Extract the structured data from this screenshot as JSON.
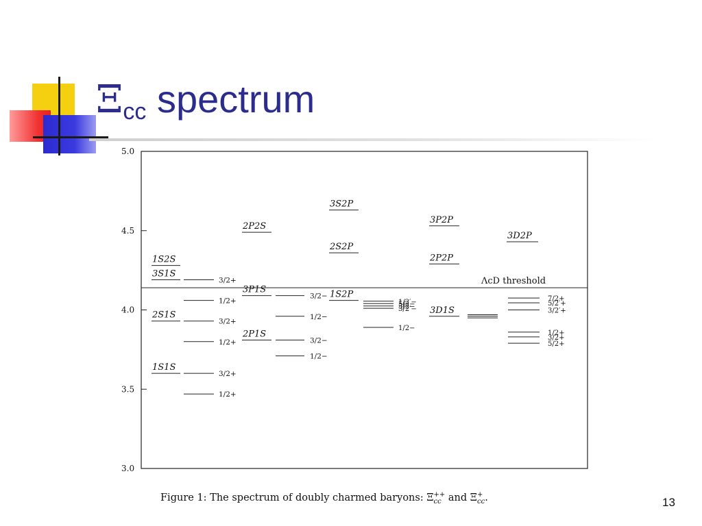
{
  "slide": {
    "title_symbol": "Ξ",
    "title_subscript": "cc",
    "title_word": "spectrum",
    "caption": "Figure 1: The spectrum of doubly charmed baryons: Ξcc++ and Ξcc+.",
    "slide_number": "13"
  },
  "chart_data": {
    "type": "level-diagram",
    "ylim": [
      3.0,
      5.0
    ],
    "yticks": [
      {
        "value": 3.0,
        "label": "3.0"
      },
      {
        "value": 3.5,
        "label": "3.5"
      },
      {
        "value": 4.0,
        "label": "4.0"
      },
      {
        "value": 4.5,
        "label": "4.5"
      },
      {
        "value": 5.0,
        "label": "5.0"
      }
    ],
    "threshold": {
      "value": 4.14,
      "label": "ΛcD threshold"
    },
    "columns": [
      {
        "id": "S",
        "labels": [
          {
            "text": "1S2S",
            "value": 4.28
          },
          {
            "text": "3S1S",
            "value": 4.19
          },
          {
            "text": "2S1S",
            "value": 3.93
          },
          {
            "text": "1S1S",
            "value": 3.6
          }
        ]
      },
      {
        "id": "S-levels",
        "levels": [
          {
            "value": 4.19,
            "label": "3/2+"
          },
          {
            "value": 4.06,
            "label": "1/2+"
          },
          {
            "value": 3.93,
            "label": "3/2+"
          },
          {
            "value": 3.8,
            "label": "1/2+"
          },
          {
            "value": 3.6,
            "label": "3/2+"
          },
          {
            "value": 3.47,
            "label": "1/2+"
          }
        ]
      },
      {
        "id": "P",
        "labels": [
          {
            "text": "2P2S",
            "value": 4.49
          },
          {
            "text": "3P1S",
            "value": 4.09
          },
          {
            "text": "2P1S",
            "value": 3.81
          }
        ]
      },
      {
        "id": "P-levels",
        "levels": [
          {
            "value": 4.09,
            "label": "3/2−"
          },
          {
            "value": 3.96,
            "label": "1/2−"
          },
          {
            "value": 3.81,
            "label": "3/2−"
          },
          {
            "value": 3.71,
            "label": "1/2−"
          }
        ]
      },
      {
        "id": "SP",
        "labels": [
          {
            "text": "3S2P",
            "value": 4.63
          },
          {
            "text": "2S2P",
            "value": 4.36
          },
          {
            "text": "1S2P",
            "value": 4.06
          }
        ]
      },
      {
        "id": "SP-levels",
        "levels": [
          {
            "value": 4.055,
            "label": "1/2′−"
          },
          {
            "value": 4.04,
            "label": "5/2−"
          },
          {
            "value": 4.025,
            "label": "3/2−"
          },
          {
            "value": 4.01,
            "label": "3/2′−"
          },
          {
            "value": 3.89,
            "label": "1/2−"
          }
        ]
      },
      {
        "id": "PP",
        "labels": [
          {
            "text": "3P2P",
            "value": 4.53
          },
          {
            "text": "2P2P",
            "value": 4.29
          },
          {
            "text": "3D1S",
            "value": 3.96
          }
        ]
      },
      {
        "id": "PP-levels",
        "levels": [
          {
            "value": 3.97,
            "label": ""
          },
          {
            "value": 3.96,
            "label": ""
          },
          {
            "value": 3.95,
            "label": ""
          }
        ]
      },
      {
        "id": "D",
        "labels": [
          {
            "text": "3D2P",
            "value": 4.43
          }
        ]
      },
      {
        "id": "D-levels",
        "levels": [
          {
            "value": 4.075,
            "label": "7/2+"
          },
          {
            "value": 4.045,
            "label": "5/2′+"
          },
          {
            "value": 4.0,
            "label": "3/2′+"
          },
          {
            "value": 3.86,
            "label": "1/2+"
          },
          {
            "value": 3.83,
            "label": "3/2+"
          },
          {
            "value": 3.79,
            "label": "5/2+"
          }
        ]
      }
    ]
  }
}
